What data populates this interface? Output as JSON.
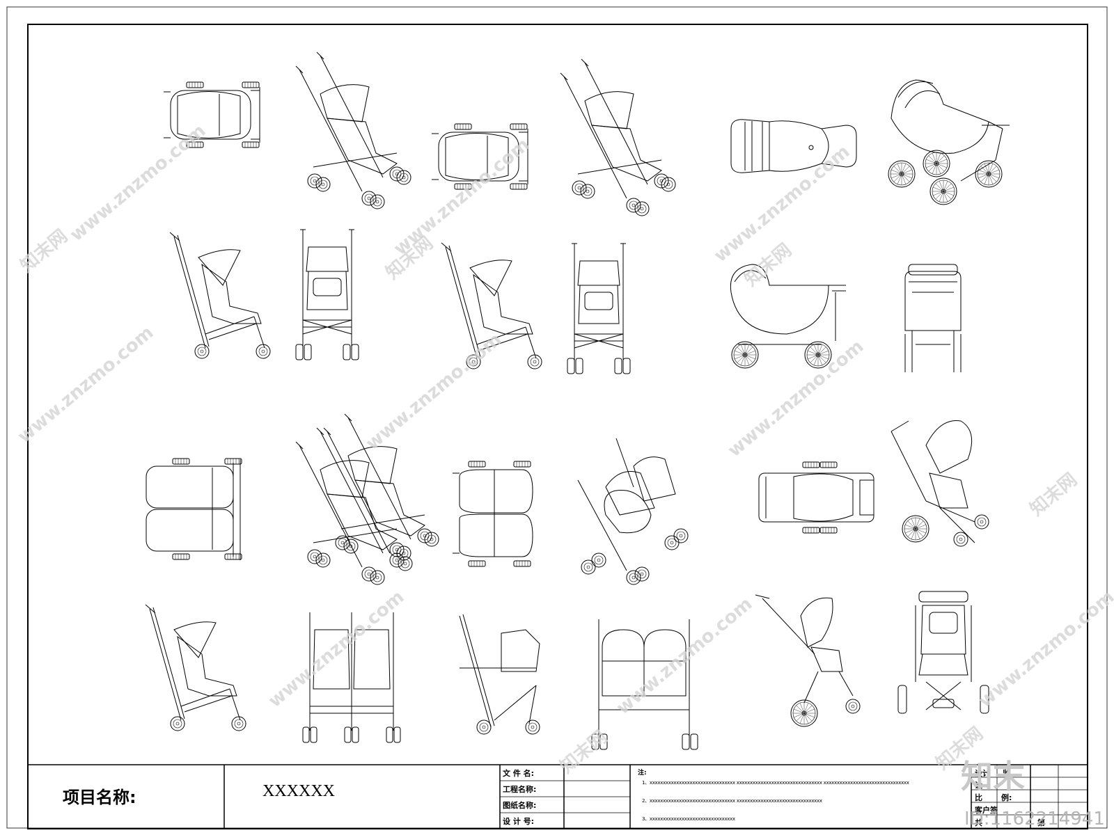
{
  "titleblock": {
    "project_label": "项目名称:",
    "project_value": "XXXXXX",
    "file_name_label": "文 件 名:",
    "project_name_label": "工程名称:",
    "drawing_name_label": "图纸名称:",
    "design_no_label": "设 计 号:",
    "notes_label": "注:",
    "note1": "1、xxxxxxxxxxxxxxxxxxxxxxxxxxxxxxxx     xxxxxxxxxxxxxxxxxxxxxxxxxxxxxxxx     xxxxxxxxxxxxxxxxxxxxxxxxxxxxxxxx",
    "note2": "2、xxxxxxxxxxxxxxxxxxxxxxxxxxxxxxxx     xxxxxxxxxxxxxxxxxxxxxxxxxxxxxxxx",
    "note3": "3、xxxxxxxxxxxxxxxxxxxxxxxxxxxxxxxx",
    "design_label": "设计",
    "supervise_label": "监",
    "design2_label": "设",
    "scale_label": "比",
    "scale_label2": "例:",
    "client_label": "客户签",
    "total_label": "共",
    "page_label": "第"
  },
  "watermark": {
    "site": "www.znzmo.com",
    "brand": "知末网",
    "logo": "知末",
    "id_text": "ID:1162214941"
  },
  "colors": {
    "line": "#000000",
    "watermark": "#cfcfcf"
  }
}
